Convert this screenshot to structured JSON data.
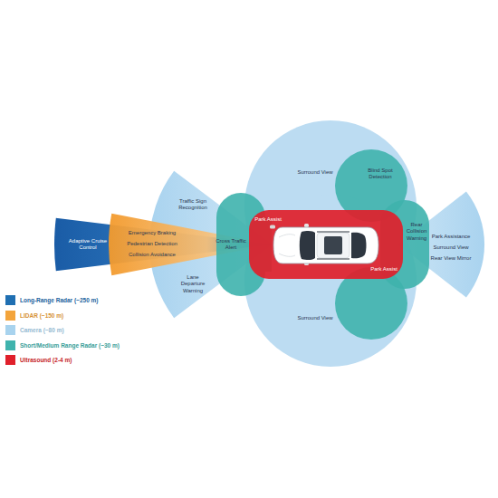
{
  "diagram": {
    "nodes": [
      {
        "text": [
          "Adaptive Cruise Control"
        ]
      },
      {
        "text": [
          "Emergency Braking",
          "Pedestrian Detection",
          "Collision Avoidance"
        ]
      },
      {
        "text": [
          "Traffic Sign Recognition",
          "Lane Departure Warning"
        ]
      },
      {
        "text": [
          "Cross Traffic Alert"
        ]
      },
      {
        "text": [
          "Surround View"
        ]
      },
      {
        "text": [
          "Surround View"
        ]
      },
      {
        "text": [
          "Blind Spot Detection"
        ]
      },
      {
        "text": [
          "Park Assist",
          "Park Assist"
        ]
      },
      {
        "text": [
          "Rear Collision Warning"
        ]
      },
      {
        "text": [
          "Park Assistance",
          "Surround View",
          "Rear View Mirror"
        ]
      }
    ],
    "edges": [],
    "legend": [
      {
        "text": "Long-Range Radar (~250 m)",
        "color": "#1f6fb2"
      },
      {
        "text": "LIDAR (~150 m)",
        "color": "#f3a43b"
      },
      {
        "text": "Camera (~80 m)",
        "color": "#a8d3ee"
      },
      {
        "text": "Short/Medium Range Radar (~30 m)",
        "color": "#3fb3ad"
      },
      {
        "text": "Ultrasound (2-4 m)",
        "color": "#e0202b"
      }
    ]
  }
}
